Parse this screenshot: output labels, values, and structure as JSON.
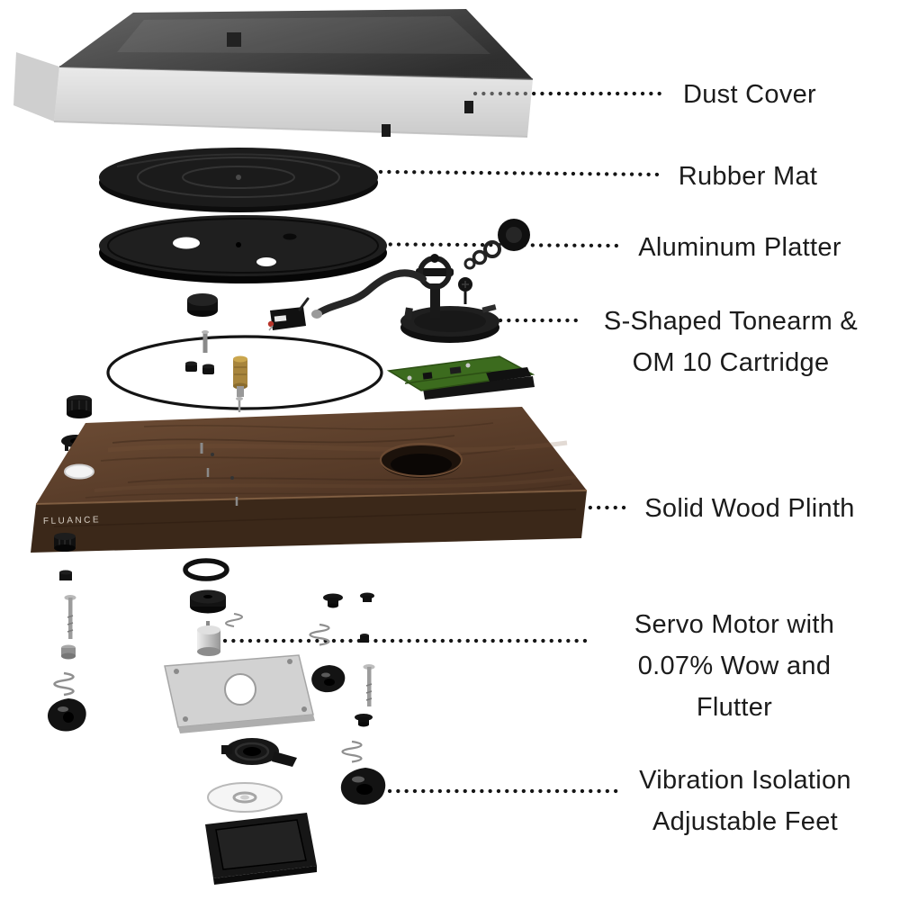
{
  "page": {
    "background": "#ffffff",
    "text_color": "#1b1b1b"
  },
  "diagram": {
    "type": "exploded-view-product-diagram",
    "product": "belt-drive turntable",
    "brand_text": "FLUANCE",
    "colors": {
      "wood_plinth": "#5c3f2b",
      "pcb_green": "#3c6b1e",
      "metal_silver": "#c9c9c9",
      "part_black": "#151515",
      "leader_dots": "#151515"
    },
    "labels": [
      {
        "id": "dust-cover",
        "lines": [
          "Dust Cover"
        ]
      },
      {
        "id": "rubber-mat",
        "lines": [
          "Rubber Mat"
        ]
      },
      {
        "id": "aluminum-platter",
        "lines": [
          "Aluminum Platter"
        ]
      },
      {
        "id": "tonearm",
        "lines": [
          "S-Shaped Tonearm &",
          "OM 10 Cartridge"
        ]
      },
      {
        "id": "plinth",
        "lines": [
          "Solid Wood Plinth"
        ]
      },
      {
        "id": "servo-motor",
        "lines": [
          "Servo Motor with",
          "0.07% Wow and",
          "Flutter"
        ]
      },
      {
        "id": "feet",
        "lines": [
          "Vibration Isolation",
          "Adjustable Feet"
        ]
      }
    ]
  }
}
